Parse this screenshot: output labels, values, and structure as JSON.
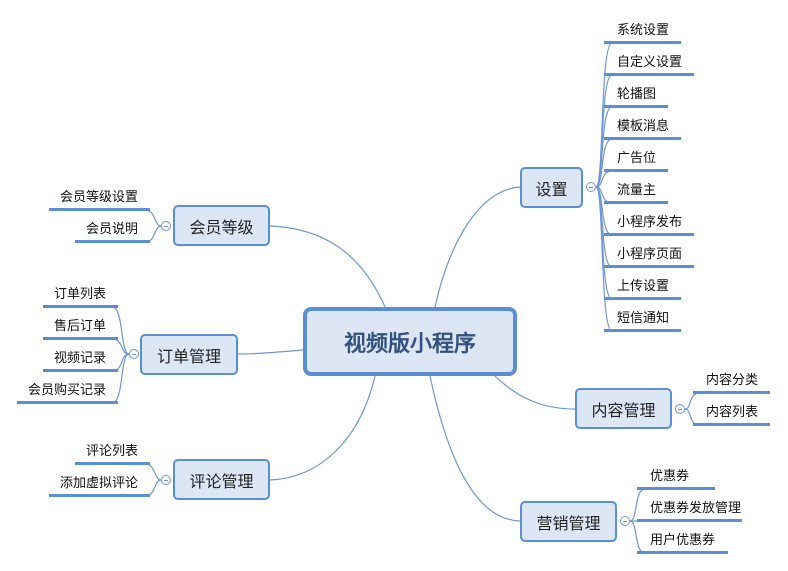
{
  "root": {
    "label": "视频版小程序"
  },
  "branches": {
    "settings": {
      "label": "设置",
      "children": [
        "系统设置",
        "自定义设置",
        "轮播图",
        "模板消息",
        "广告位",
        "流量主",
        "小程序发布",
        "小程序页面",
        "上传设置",
        "短信通知"
      ]
    },
    "content": {
      "label": "内容管理",
      "children": [
        "内容分类",
        "内容列表"
      ]
    },
    "marketing": {
      "label": "营销管理",
      "children": [
        "优惠券",
        "优惠券发放管理",
        "用户优惠券"
      ]
    },
    "member": {
      "label": "会员等级",
      "children": [
        "会员等级设置",
        "会员说明"
      ]
    },
    "orders": {
      "label": "订单管理",
      "children": [
        "订单列表",
        "售后订单",
        "视频记录",
        "会员购买记录"
      ]
    },
    "comments": {
      "label": "评论管理",
      "children": [
        "评论列表",
        "添加虚拟评论"
      ]
    }
  },
  "colors": {
    "line": "#5b8fd4",
    "node_fill": "#dce6f4",
    "root_text": "#34527f"
  }
}
